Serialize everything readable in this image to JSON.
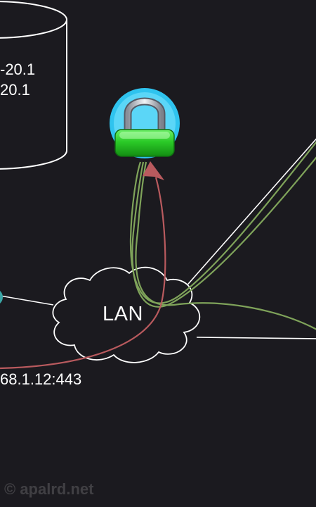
{
  "diagram": {
    "database": {
      "line_1": "-20.1",
      "line_2": "20.1"
    },
    "cloud": {
      "label": "LAN"
    },
    "address": {
      "label": "68.1.12:443"
    },
    "lock": {
      "icon": "padlock-icon"
    },
    "colors": {
      "background": "#1b1a1f",
      "outline": "#ffffff",
      "green_path": "#7fa35a",
      "red_path": "#b95a5e",
      "lock_ring": "#38c6ef",
      "lock_body": "#29c226",
      "node_teal": "#3aa6a6"
    }
  },
  "watermark": {
    "text": "© apalrd.net"
  }
}
